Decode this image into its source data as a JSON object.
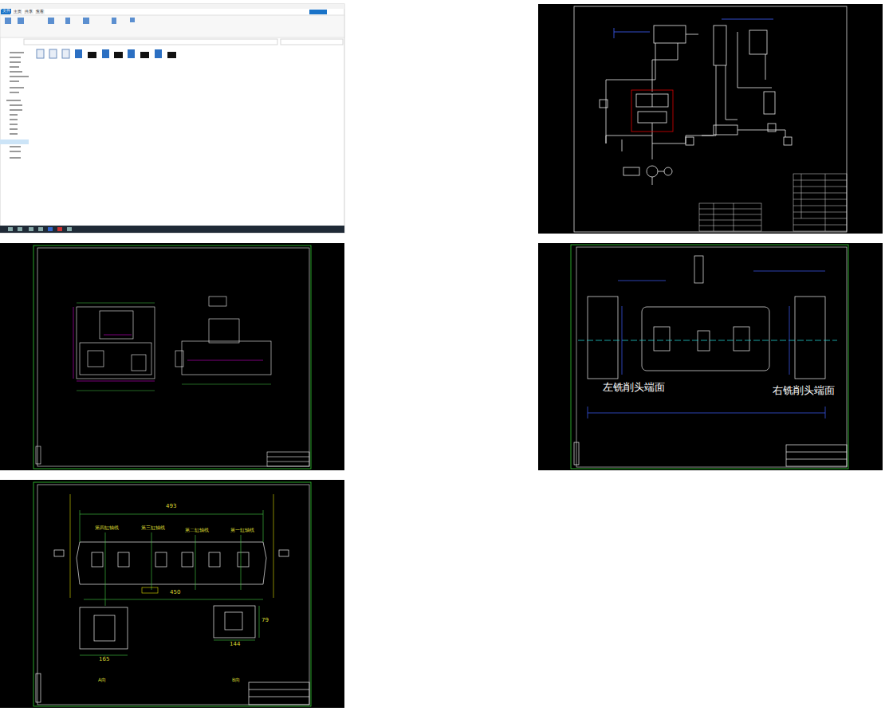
{
  "diagram": {
    "labels": [
      "文件",
      "主页",
      "共享",
      "查看",
      "左铣削头端面",
      "右铣削头端面",
      "第四缸轴线",
      "第三缸轴线",
      "第二缸轴线",
      "第一缸轴线",
      "493",
      "450",
      "165",
      "144",
      "79",
      "A向",
      "B向"
    ]
  }
}
